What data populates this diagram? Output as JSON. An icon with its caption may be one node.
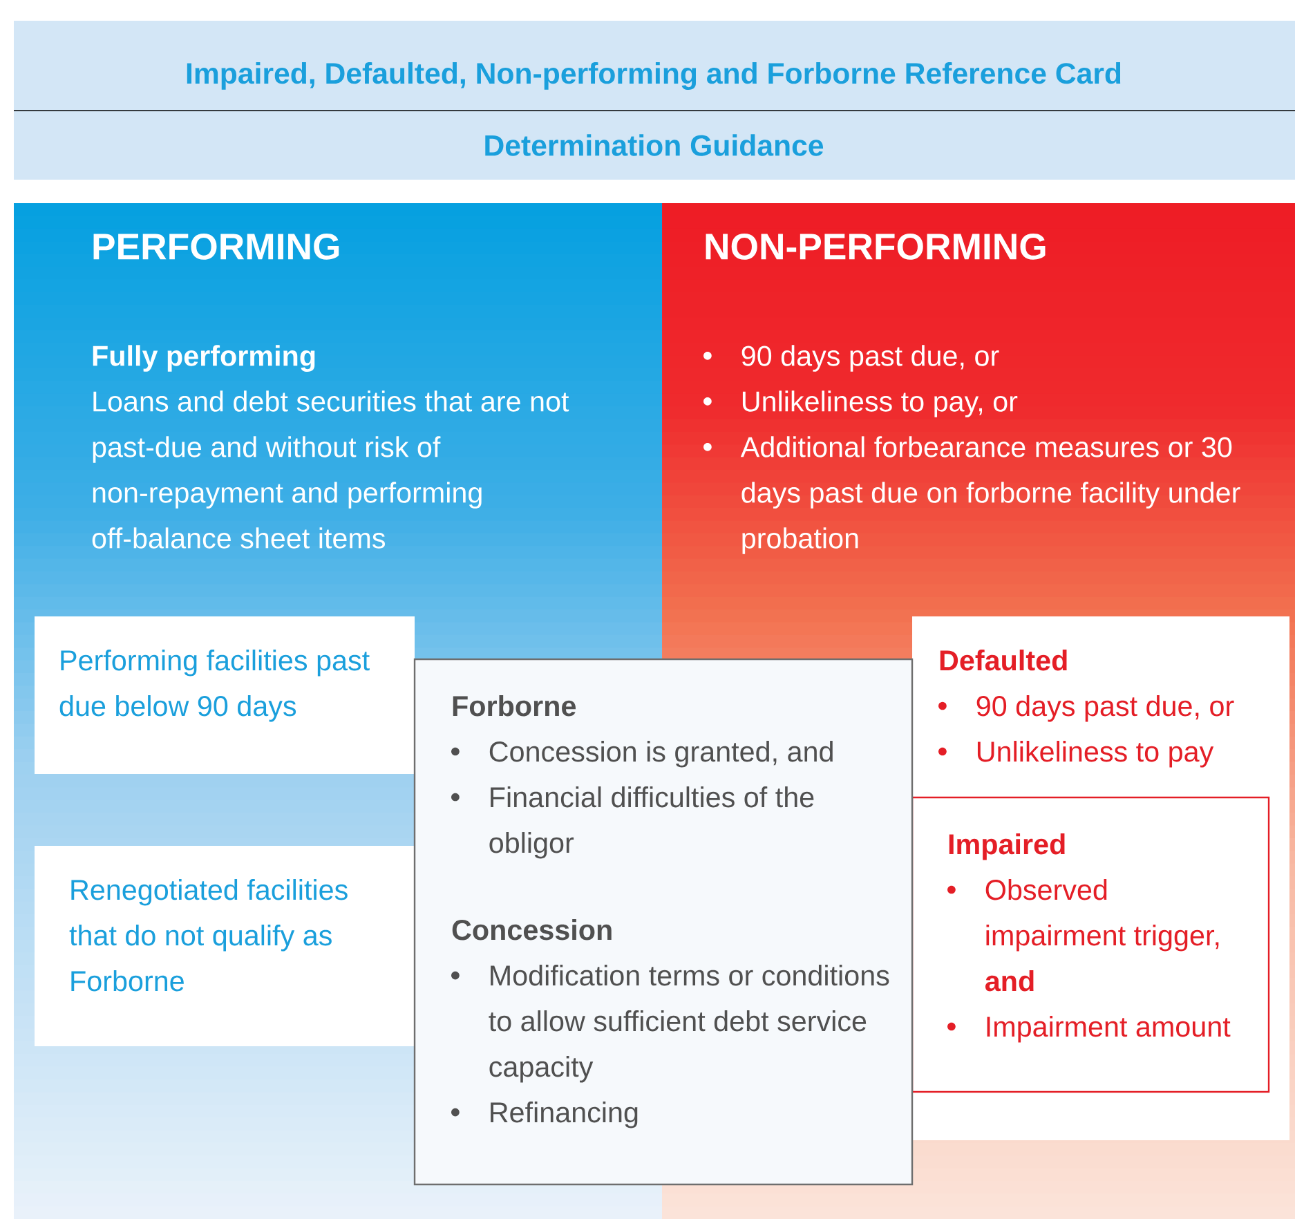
{
  "diagram": {
    "title": "Impaired, Defaulted, Non-performing and Forborne Reference Card",
    "nodes": [
      {
        "text": [
          "PERFORMING",
          "Fully performing",
          "Loans and debt securities that are not past-due and without risk of non-repayment and performing off-balance sheet items"
        ]
      },
      {
        "text": [
          "NON-PERFORMING",
          "90 days past due, or",
          "Unlikeliness to pay, or",
          "Additional forbearance measures or 30 days past due on forborne facility under probation"
        ]
      },
      {
        "text": [
          "Performing facilities past due below 90 days"
        ],
        "in": 0
      },
      {
        "text": [
          "Renegotiated facilities that do not qualify as Forborne"
        ],
        "in": 0
      },
      {
        "text": [
          "Defaulted",
          "90 days past due, or",
          "Unlikeliness to pay"
        ],
        "in": 1
      },
      {
        "text": [
          "Impaired",
          "Observed impairment trigger, **and**",
          "Impairment amount"
        ],
        "in": 4
      },
      {
        "text": [
          "Forborne",
          "Concession is granted, and",
          "Financial difficulties of the obligor",
          "Concession",
          "Modification terms or conditions to allow sufficient debt service capacity",
          "Refinancing"
        ]
      }
    ],
    "labels": [
      "Determination Guidance"
    ]
  }
}
